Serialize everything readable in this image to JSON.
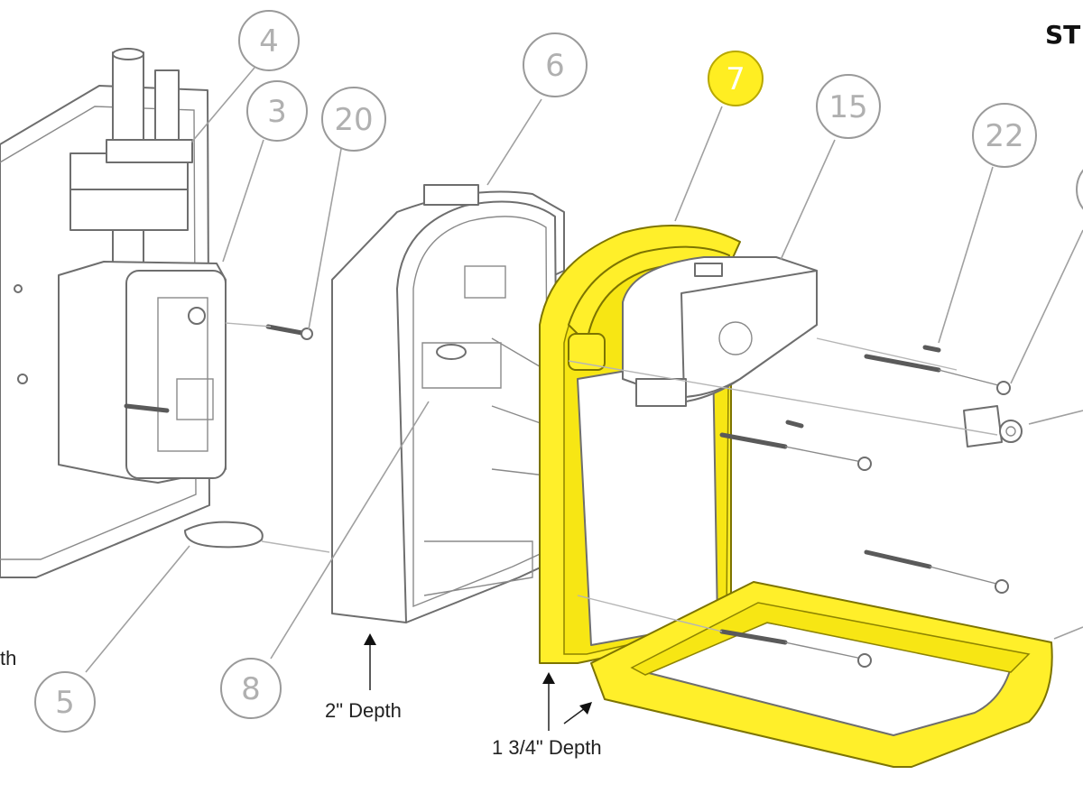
{
  "corner_label": "ST",
  "edge_label": "th",
  "callouts": [
    {
      "id": "4",
      "label": "4",
      "highlighted": false
    },
    {
      "id": "3",
      "label": "3",
      "highlighted": false
    },
    {
      "id": "20",
      "label": "20",
      "highlighted": false
    },
    {
      "id": "6",
      "label": "6",
      "highlighted": false
    },
    {
      "id": "7",
      "label": "7",
      "highlighted": true
    },
    {
      "id": "15",
      "label": "15",
      "highlighted": false
    },
    {
      "id": "22",
      "label": "22",
      "highlighted": false
    },
    {
      "id": "5",
      "label": "5",
      "highlighted": false
    },
    {
      "id": "8",
      "label": "8",
      "highlighted": false
    }
  ],
  "depth_labels": {
    "two_inch": "2\" Depth",
    "one_three_quarter": "1 3/4\" Depth"
  },
  "colors": {
    "highlight": "#ffef2a",
    "line_art": "#6e6e6e",
    "callout_ring": "#9a9a9a"
  }
}
